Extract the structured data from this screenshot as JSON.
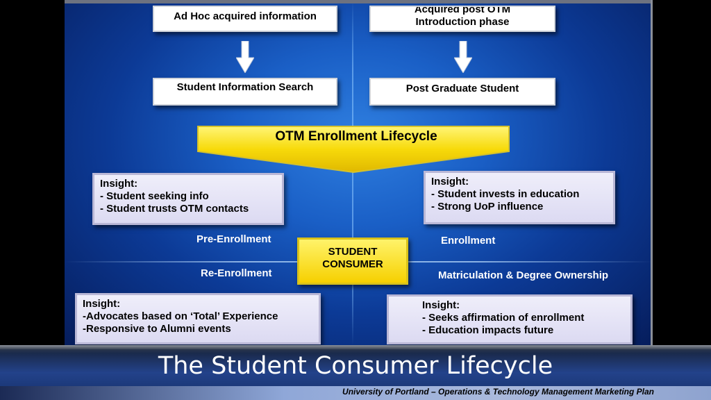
{
  "boxes": {
    "ad_hoc": "Ad Hoc acquired information",
    "acquired_post_line1": "Acquired post OTM",
    "acquired_post_line2": "Introduction phase",
    "student_info_search": "Student Information Search",
    "post_graduate": "Post Graduate  Student"
  },
  "lifecycle_title": "OTM Enrollment Lifecycle",
  "insights": {
    "pre_enrollment": [
      "Insight:",
      "- Student seeking info",
      "- Student trusts OTM contacts"
    ],
    "enrollment": [
      "Insight:",
      "- Student invests in  education",
      "- Strong UoP influence"
    ],
    "re_enrollment": [
      "Insight:",
      "-Advocates based on ‘Total’ Experience",
      "-Responsive to Alumni events"
    ],
    "matriculation": [
      "Insight:",
      "- Seeks affirmation of enrollment",
      "- Education impacts future"
    ]
  },
  "phase_labels": {
    "pre_enrollment": "Pre-Enrollment",
    "enrollment": "Enrollment",
    "re_enrollment": "Re-Enrollment",
    "matriculation": "Matriculation & Degree Ownership"
  },
  "center": {
    "line1": "STUDENT",
    "line2": "CONSUMER"
  },
  "footer": {
    "title": "The Student Consumer Lifecycle",
    "subtitle": "University of Portland – Operations  & Technology Management Marketing Plan"
  },
  "colors": {
    "panel_blue": "#1a5fc6",
    "lifecycle_yellow": "#f6d000",
    "insight_lavender": "#dcdaf2"
  }
}
